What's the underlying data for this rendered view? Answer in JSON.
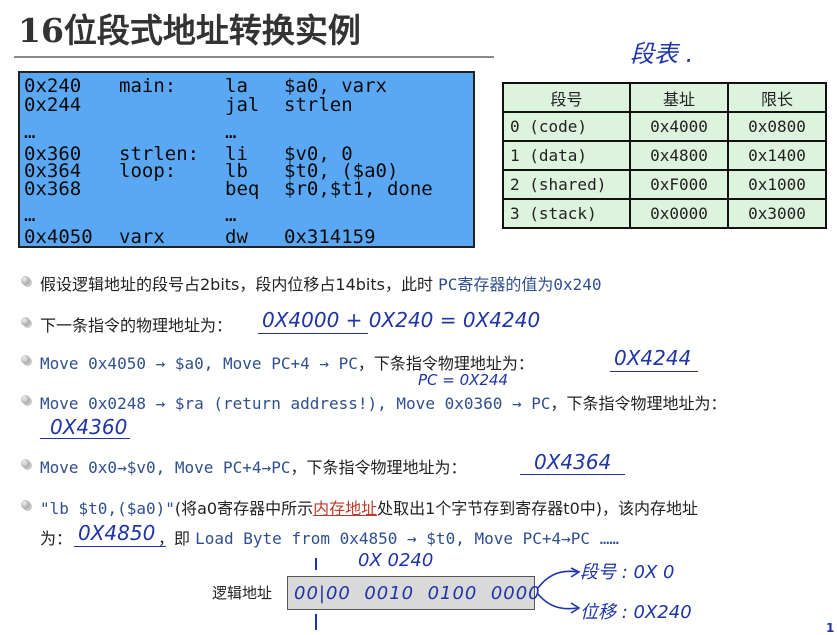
{
  "title": "16位段式地址转换实例",
  "handwritten_top": "段表 .",
  "code": [
    {
      "addr": "0x240",
      "label": "main:",
      "op": "la",
      "args": "$a0, varx"
    },
    {
      "addr": "0x244",
      "label": "",
      "op": "jal",
      "args": "strlen"
    },
    {
      "addr": "…",
      "label": "",
      "op": "…",
      "args": ""
    },
    {
      "addr": "0x360",
      "label": "strlen:",
      "op": "li",
      "args": "$v0, 0"
    },
    {
      "addr": "0x364",
      "label": "loop:",
      "op": "lb",
      "args": "$t0, ($a0)"
    },
    {
      "addr": "0x368",
      "label": "",
      "op": "beq",
      "args": "$r0,$t1, done"
    },
    {
      "addr": "…",
      "label": "",
      "op": "…",
      "args": ""
    },
    {
      "addr": "0x4050",
      "label": "varx",
      "op": "dw",
      "args": "0x314159"
    }
  ],
  "segment_table": {
    "headers": [
      "段号",
      "基址",
      "限长"
    ],
    "rows": [
      [
        "0 (code)",
        "0x4000",
        "0x0800"
      ],
      [
        "1 (data)",
        "0x4800",
        "0x1400"
      ],
      [
        "2 (shared)",
        "0xF000",
        "0x1000"
      ],
      [
        "3 (stack)",
        "0x0000",
        "0x3000"
      ]
    ]
  },
  "bullets": {
    "b1": {
      "text": "假设逻辑地址的段号占2bits，段内位移占14bits，此时 ",
      "mono": "PC寄存器的值为0x240"
    },
    "b2": {
      "text": "下一条指令的物理地址为：",
      "answer": "0X4000 + 0X240 = 0X4240"
    },
    "b3": {
      "mono": "Move 0x4050 → $a0,  Move PC+4 → PC",
      "text": "，下条指令物理地址为：",
      "answer": "0X4244",
      "note": "PC = 0X244"
    },
    "b4": {
      "mono": "Move 0x0248 → $ra (return address!), Move 0x0360 → PC",
      "text": "，下条指令物理地址为：",
      "answer": "0X4360"
    },
    "b5": {
      "mono": "Move 0x0→$v0, Move PC+4→PC",
      "text": "，下条指令物理地址为：",
      "answer": "0X4364"
    },
    "b6": {
      "line1_mono": "\"lb $t0,($a0)\"",
      "line1_a": "(将a0寄存器中所示",
      "line1_link": "内存地址",
      "line1_b": "处取出1个字节存到寄存器t0中)，该内存地址",
      "line2_a": "为：",
      "answer": "0X4850",
      "line2_b": "，即 ",
      "line2_mono": "Load Byte from 0x4850 → $t0, Move PC+4→PC ……"
    }
  },
  "logical_address": {
    "label": "逻辑地址",
    "bits": "00|00  0010  0100  0000",
    "top_note": "0X 0240",
    "seg_note": "段号 : 0X 0",
    "offset_note": "位移 : 0X240"
  },
  "page_number": "1"
}
